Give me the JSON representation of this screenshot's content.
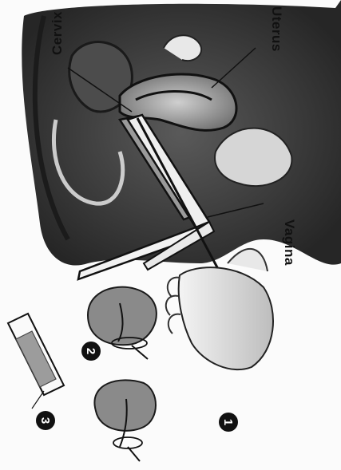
{
  "labels": {
    "uterus": "Uterus",
    "cervix": "Cervix",
    "vagina": "Vagina"
  },
  "steps": [
    "1",
    "2",
    "3"
  ],
  "colors": {
    "tissue_dark": "#3a3a3a",
    "tissue_mid": "#7a7a7a",
    "tissue_light": "#b8b8b8",
    "ink": "#111111",
    "paper": "#fbfbfb"
  }
}
